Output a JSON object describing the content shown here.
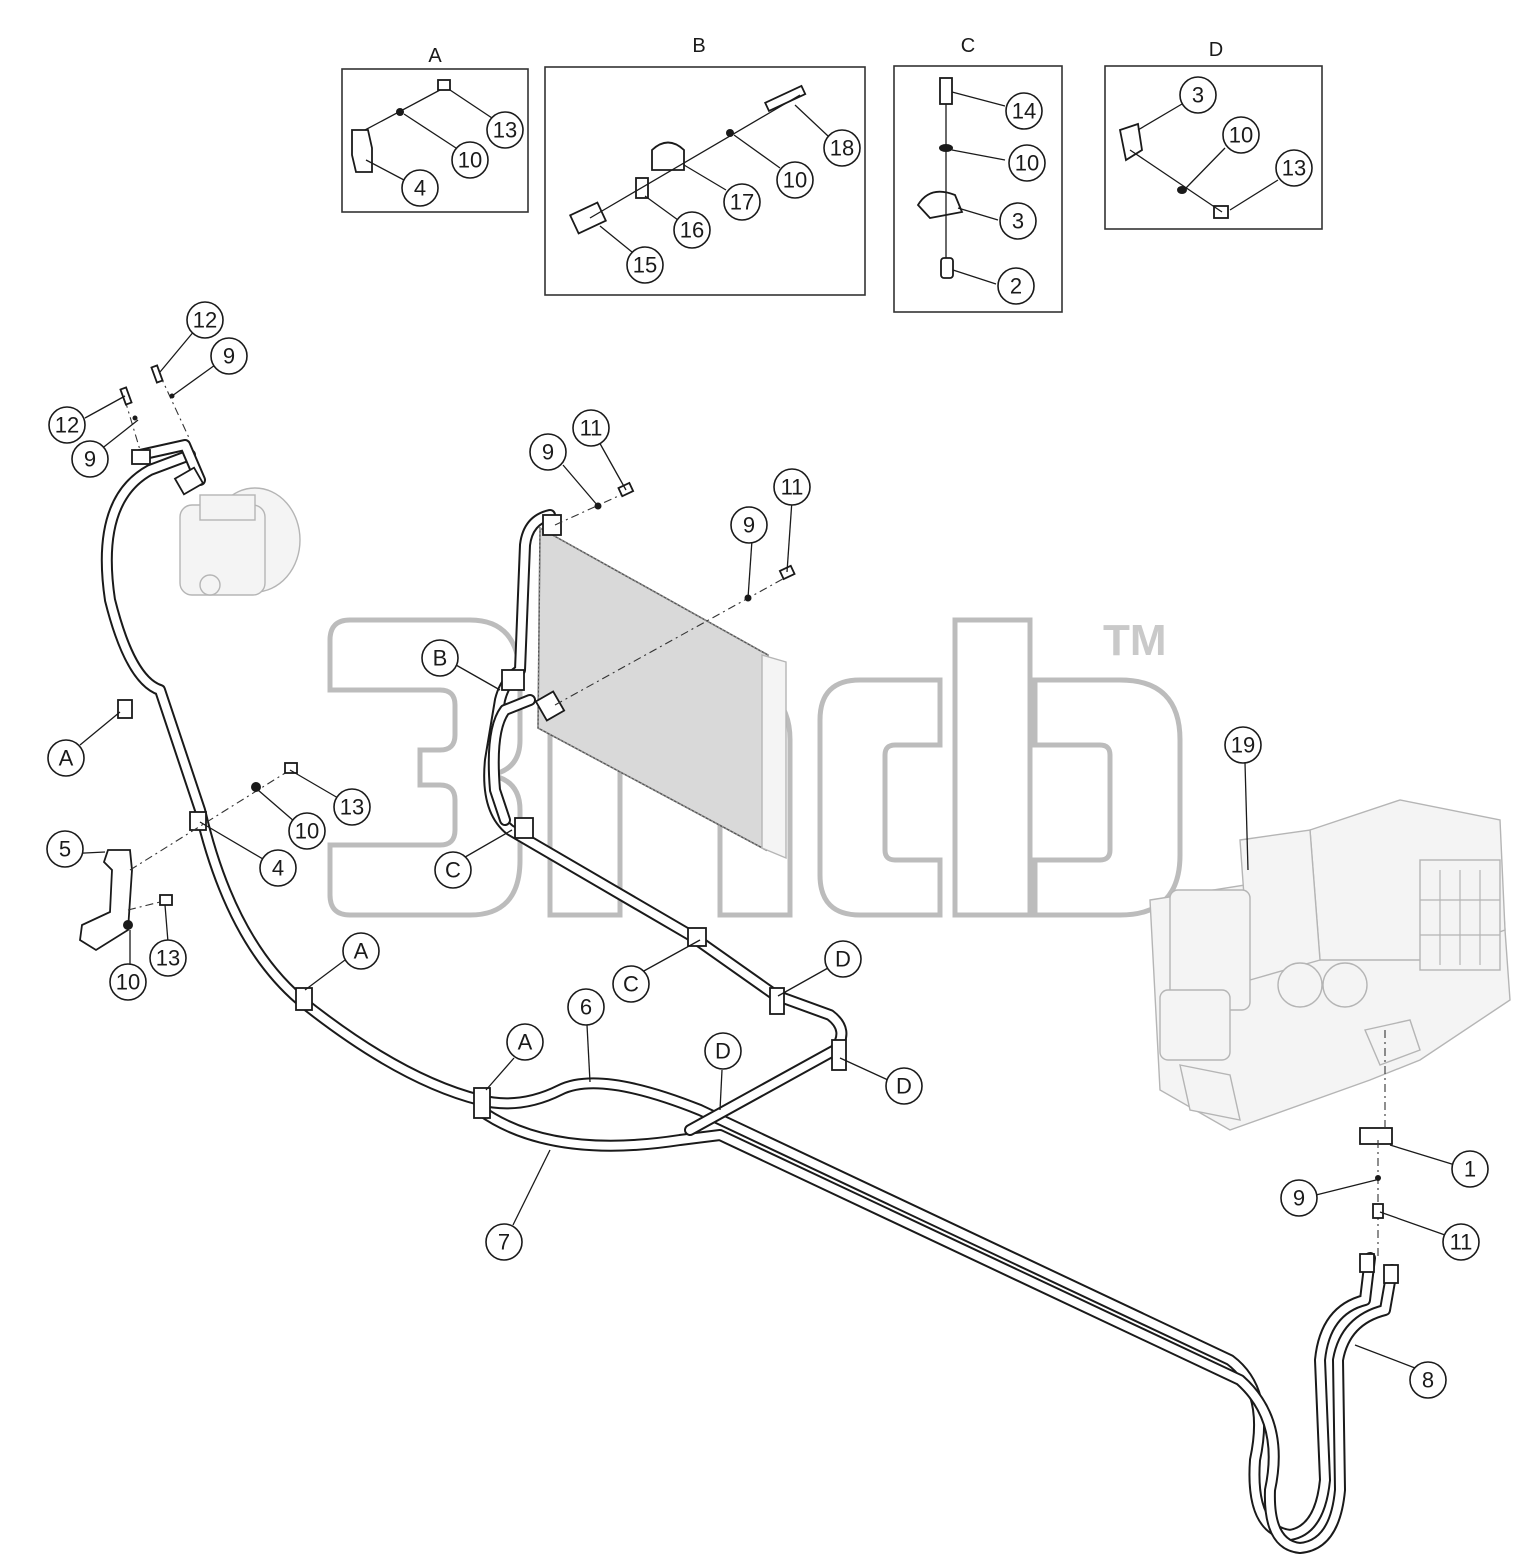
{
  "diagram": {
    "insets": [
      {
        "title": "A",
        "parts": [
          "13",
          "10",
          "4"
        ]
      },
      {
        "title": "B",
        "parts": [
          "18",
          "10",
          "17",
          "16",
          "15"
        ]
      },
      {
        "title": "C",
        "parts": [
          "14",
          "10",
          "3",
          "2"
        ]
      },
      {
        "title": "D",
        "parts": [
          "3",
          "10",
          "13"
        ]
      }
    ],
    "callouts": {
      "inset_a": [
        "13",
        "10",
        "4"
      ],
      "inset_b": [
        "18",
        "10",
        "17",
        "16",
        "15"
      ],
      "inset_c": [
        "14",
        "10",
        "3",
        "2"
      ],
      "inset_d": [
        "3",
        "10",
        "13"
      ],
      "compressor_top": [
        "12",
        "9",
        "12",
        "9"
      ],
      "condenser": [
        "9",
        "11",
        "9",
        "11"
      ],
      "bracket": [
        "5",
        "13",
        "10",
        "4",
        "13",
        "10"
      ],
      "clamp_letters": [
        "A",
        "B",
        "C",
        "A",
        "A",
        "C",
        "D",
        "D",
        "D"
      ],
      "hoses": [
        "6",
        "7",
        "8"
      ],
      "heater_unit": [
        "19",
        "1",
        "9",
        "11"
      ]
    },
    "watermark": {
      "tm": "TM"
    },
    "colors": {
      "line": "#1a1a1a",
      "watermark": "#bcbcbc",
      "ghost": "#b5b5b5"
    }
  }
}
